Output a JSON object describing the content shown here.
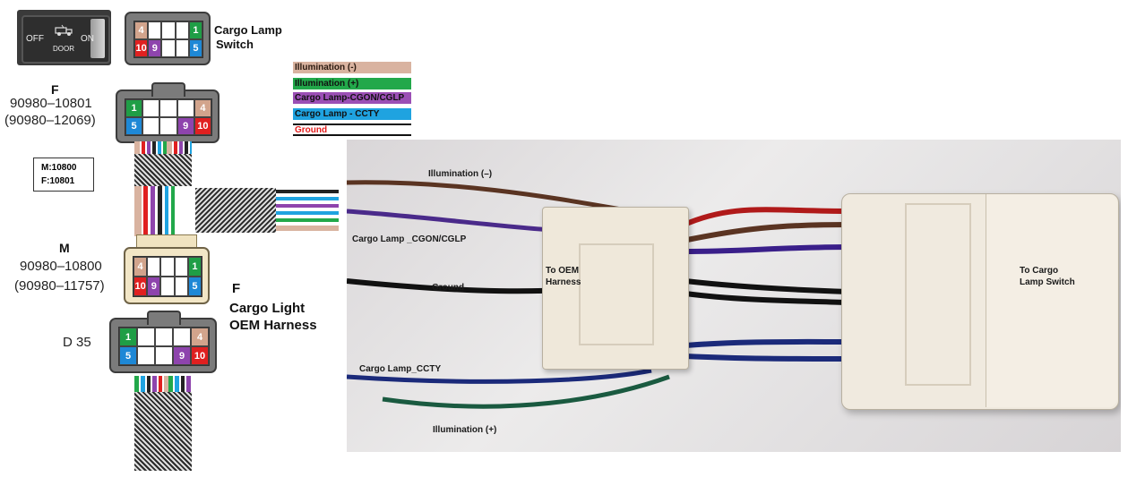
{
  "switch_photo": {
    "off_label": "OFF",
    "on_label": "ON",
    "door_label": "DOOR"
  },
  "switch_connector": {
    "title": "Cargo Lamp",
    "title2": "Switch",
    "pins_top": [
      "4",
      "",
      "",
      "",
      "1"
    ],
    "pins_bottom": [
      "10",
      "9",
      "",
      "",
      "5"
    ]
  },
  "f_connector": {
    "gender": "F",
    "part1": "90980–10801",
    "part2": "(90980–12069)",
    "pins_top": [
      "1",
      "",
      "",
      "",
      "4"
    ],
    "pins_bottom": [
      "5",
      "",
      "",
      "9",
      "10"
    ]
  },
  "mf_box": {
    "line1": "M:10800",
    "line2": "F:10801"
  },
  "m_connector": {
    "gender": "M",
    "part1": "90980–10800",
    "part2": "(90980–11757)",
    "pins_top": [
      "4",
      "",
      "",
      "",
      "1"
    ],
    "pins_bottom": [
      "10",
      "9",
      "",
      "",
      "5"
    ]
  },
  "harness_connector": {
    "gender": "F",
    "title": "Cargo Light",
    "title2": "OEM Harness",
    "id": "D 35",
    "pins_top": [
      "1",
      "",
      "",
      "",
      "4"
    ],
    "pins_bottom": [
      "5",
      "",
      "",
      "9",
      "10"
    ]
  },
  "legend": [
    {
      "label": "Illumination (-)",
      "color": "#d9b3a0",
      "text_color": "#2a1a10"
    },
    {
      "label": "Illumination (+)",
      "color": "#22a84a",
      "text_color": "#111111"
    },
    {
      "label": "Cargo Lamp-CGON/CGLP",
      "color": "#9b4fb5",
      "text_color": "#111111"
    },
    {
      "label": "Cargo Lamp - CCTY",
      "color": "#1fa3e0",
      "text_color": "#111111"
    },
    {
      "label": "Ground",
      "color": "#ffffff",
      "text_color": "#e21c1c"
    }
  ],
  "photo": {
    "wire_labels": {
      "illum_neg": "Illumination (–)",
      "cgon": "Cargo Lamp _CGON/CGLP",
      "ground": "Ground",
      "ccty": "Cargo Lamp_CCTY",
      "illum_pos": "Illumination (+)"
    },
    "oem_label": "To OEM\nHarness",
    "switch_label": "To Cargo\nLamp Switch"
  },
  "colors": {
    "pin_green": "#1f9e46",
    "pin_blue": "#1e88d6",
    "pin_purple": "#8e44ad",
    "pin_red": "#e02020",
    "pin_tan": "#d2a48c"
  }
}
